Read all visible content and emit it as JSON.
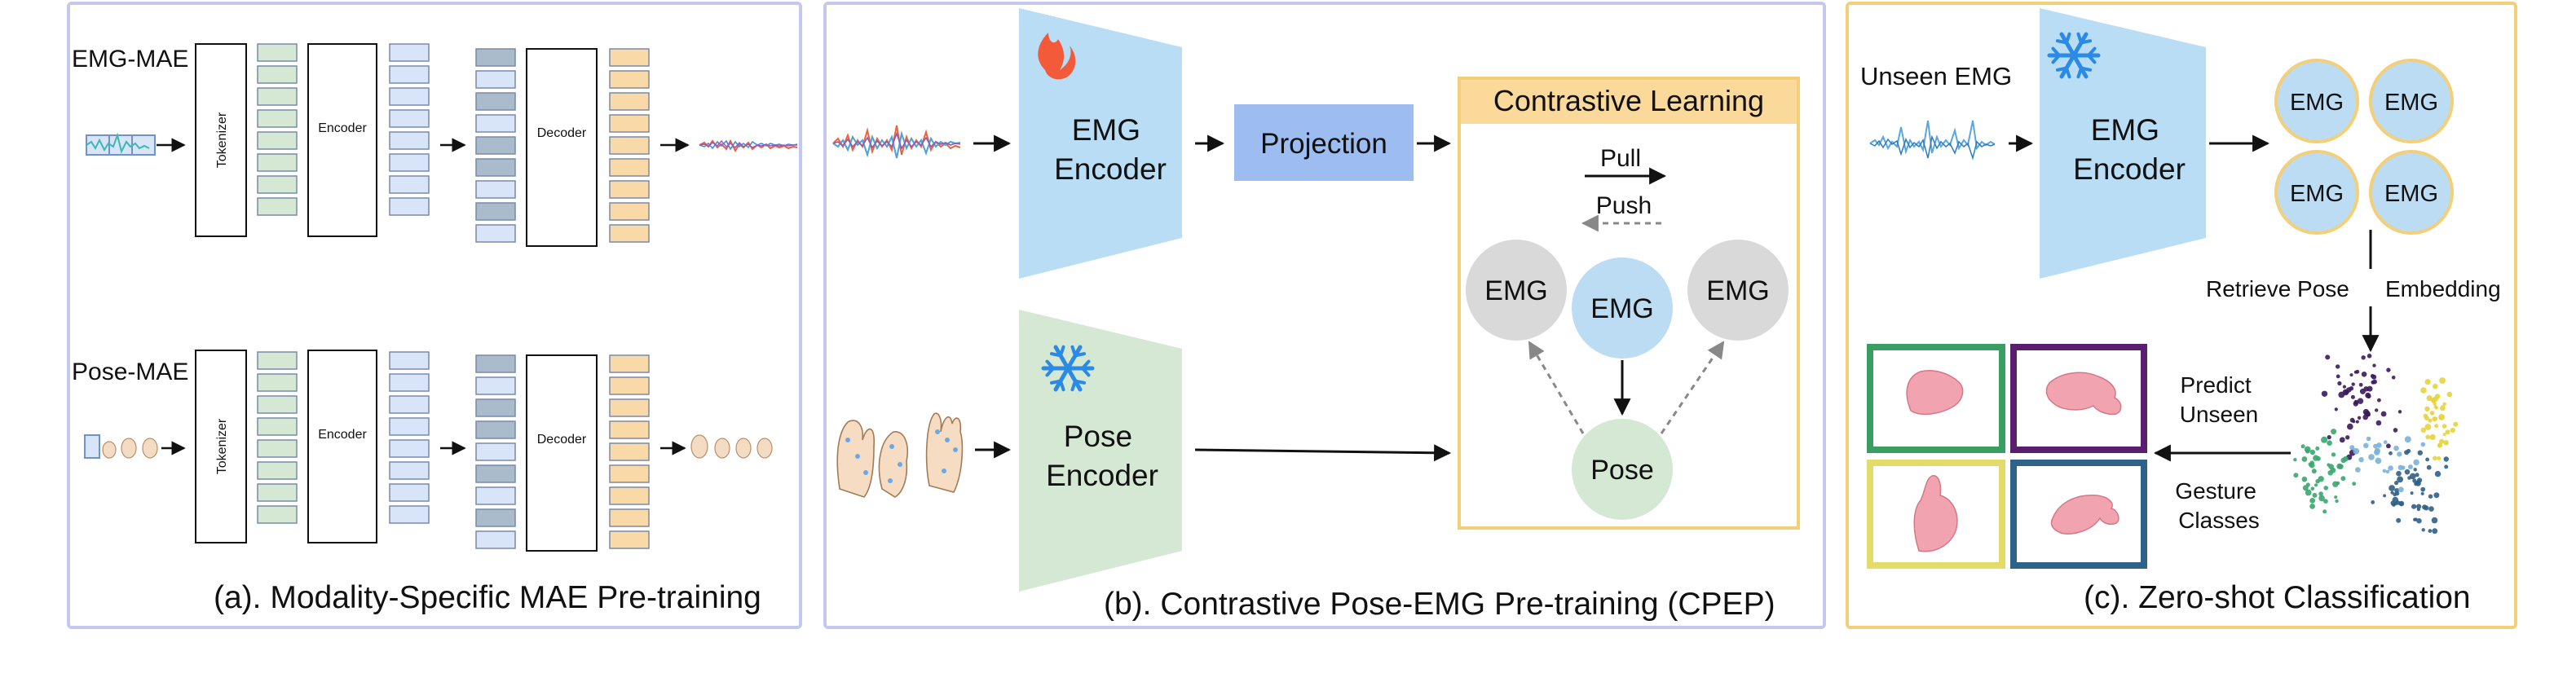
{
  "panel_a": {
    "emg_mae_label": "EMG-MAE",
    "pose_mae_label": "Pose-MAE",
    "tokenizer": "Tokenizer",
    "encoder": "Encoder",
    "decoder": "Decoder",
    "caption": "(a). Modality-Specific MAE Pre-training"
  },
  "panel_b": {
    "emg_encoder": [
      "EMG",
      "Encoder"
    ],
    "pose_encoder": [
      "Pose",
      "Encoder"
    ],
    "projection": "Projection",
    "contrastive_title": "Contrastive Learning",
    "pull": "Pull",
    "push": "Push",
    "node_emg": "EMG",
    "node_pose": "Pose",
    "caption": "(b). Contrastive Pose-EMG Pre-training (CPEP)"
  },
  "panel_c": {
    "unseen_emg": "Unseen EMG",
    "emg_encoder": [
      "EMG",
      "Encoder"
    ],
    "emb_label": "EMG",
    "retrieve": "Retrieve Pose",
    "embedding": "Embedding",
    "predict_unseen": [
      "Predict",
      "Unseen"
    ],
    "gesture_classes": [
      "Gesture",
      "Classes"
    ],
    "caption": "(c). Zero-shot Classification"
  },
  "colors": {
    "panel_ab_border": "#c3c8ec",
    "panel_c_border": "#f2cf78",
    "emg_encoder_fill": "#b8ddf5",
    "pose_encoder_fill": "#d4e8d3",
    "projection_fill": "#9dbcf0",
    "contrastive_header": "#fad99a",
    "contrastive_border": "#f2cf78",
    "node_emg_grey": "#d9d9d9",
    "node_emg_blue": "#bcdcf4",
    "node_pose": "#d4e8d3",
    "token_green": "#d4e8d3",
    "token_blue": "#d8e4f8",
    "token_dark": "#aabccb",
    "token_orange": "#f9d9a8",
    "frame_green": "#3a9e64",
    "frame_purple": "#5a1e6e",
    "frame_yellow": "#e3dc6a",
    "frame_navy": "#2f6288",
    "snowflake": "#2b8ae6",
    "flame": "#f25a3a"
  }
}
